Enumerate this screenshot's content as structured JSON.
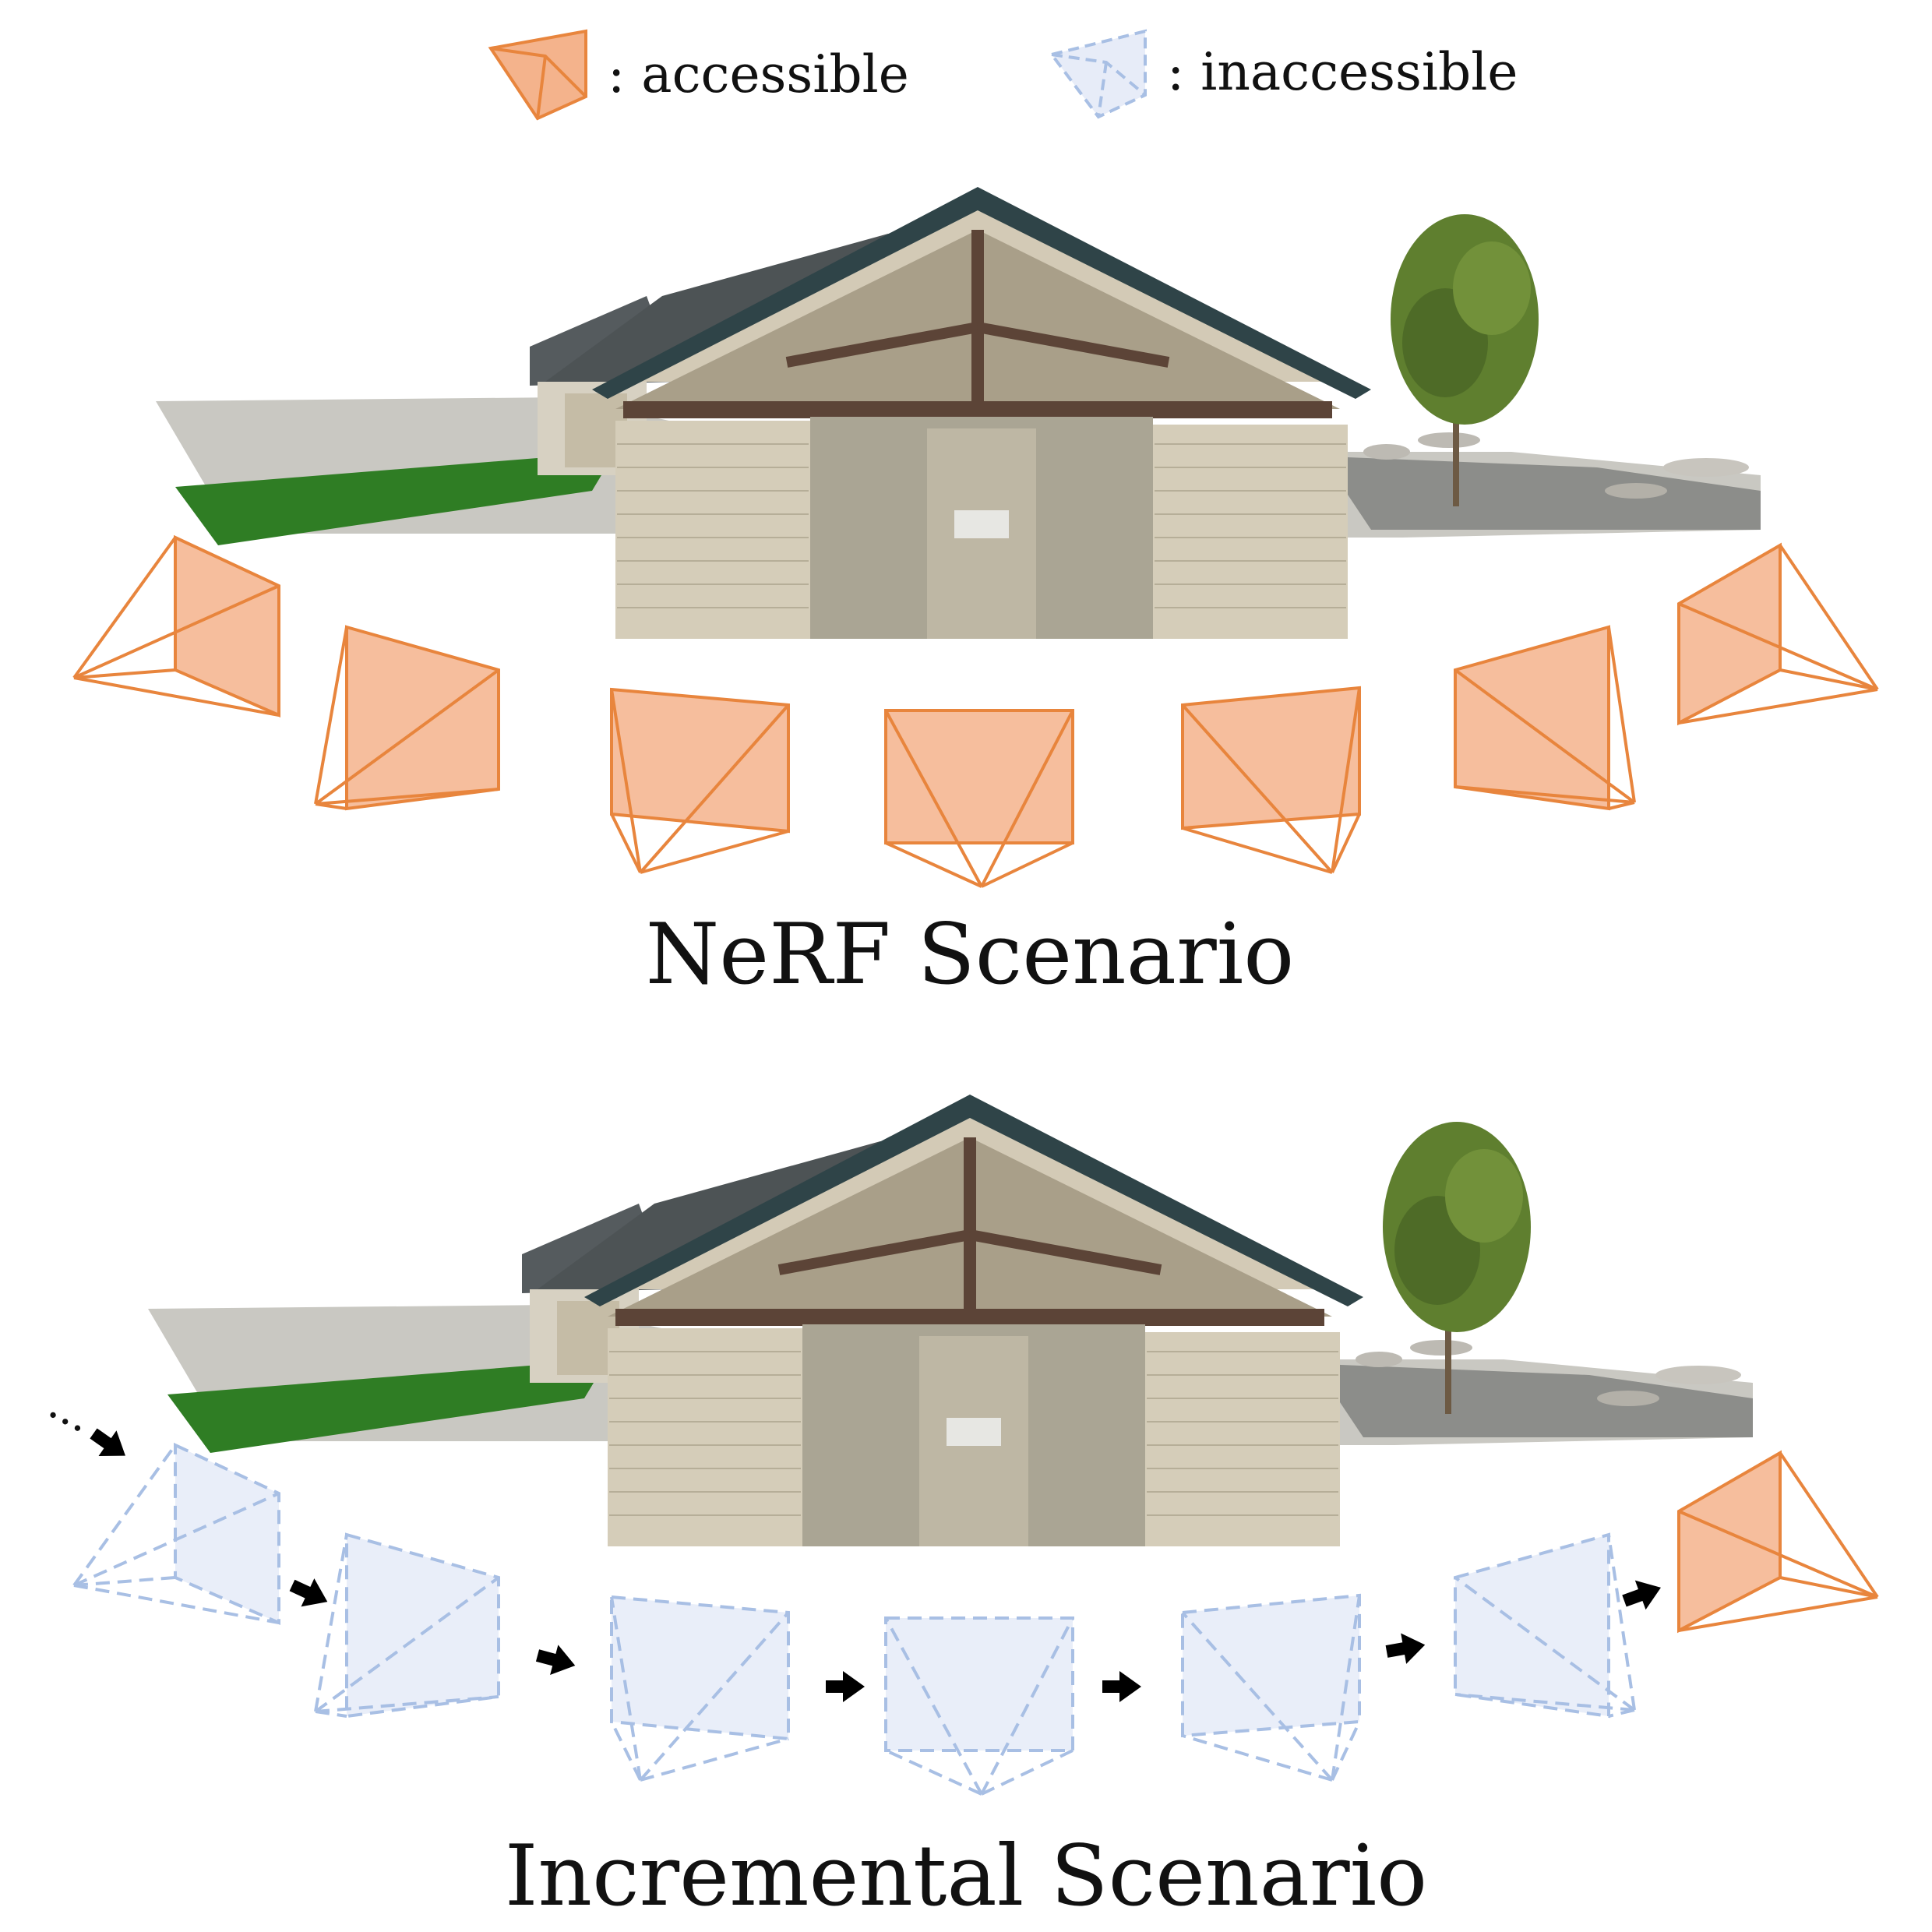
{
  "legend": {
    "accessible_label": ": accessible",
    "inaccessible_label": ": inaccessible"
  },
  "panels": [
    {
      "caption": "NeRF Scenario",
      "cameras": [
        "accessible",
        "accessible",
        "accessible",
        "accessible",
        "accessible",
        "accessible",
        "accessible"
      ]
    },
    {
      "caption": "Incremental Scenario",
      "lead_in": "...",
      "cameras": [
        "inaccessible",
        "inaccessible",
        "inaccessible",
        "inaccessible",
        "inaccessible",
        "inaccessible",
        "accessible"
      ]
    }
  ],
  "colors": {
    "accessible_stroke": "#e8853d",
    "accessible_fill": "#f4b38c",
    "inaccessible_stroke": "#a8bfe4",
    "inaccessible_fill": "#e7ecf8",
    "arrow": "#000000"
  }
}
